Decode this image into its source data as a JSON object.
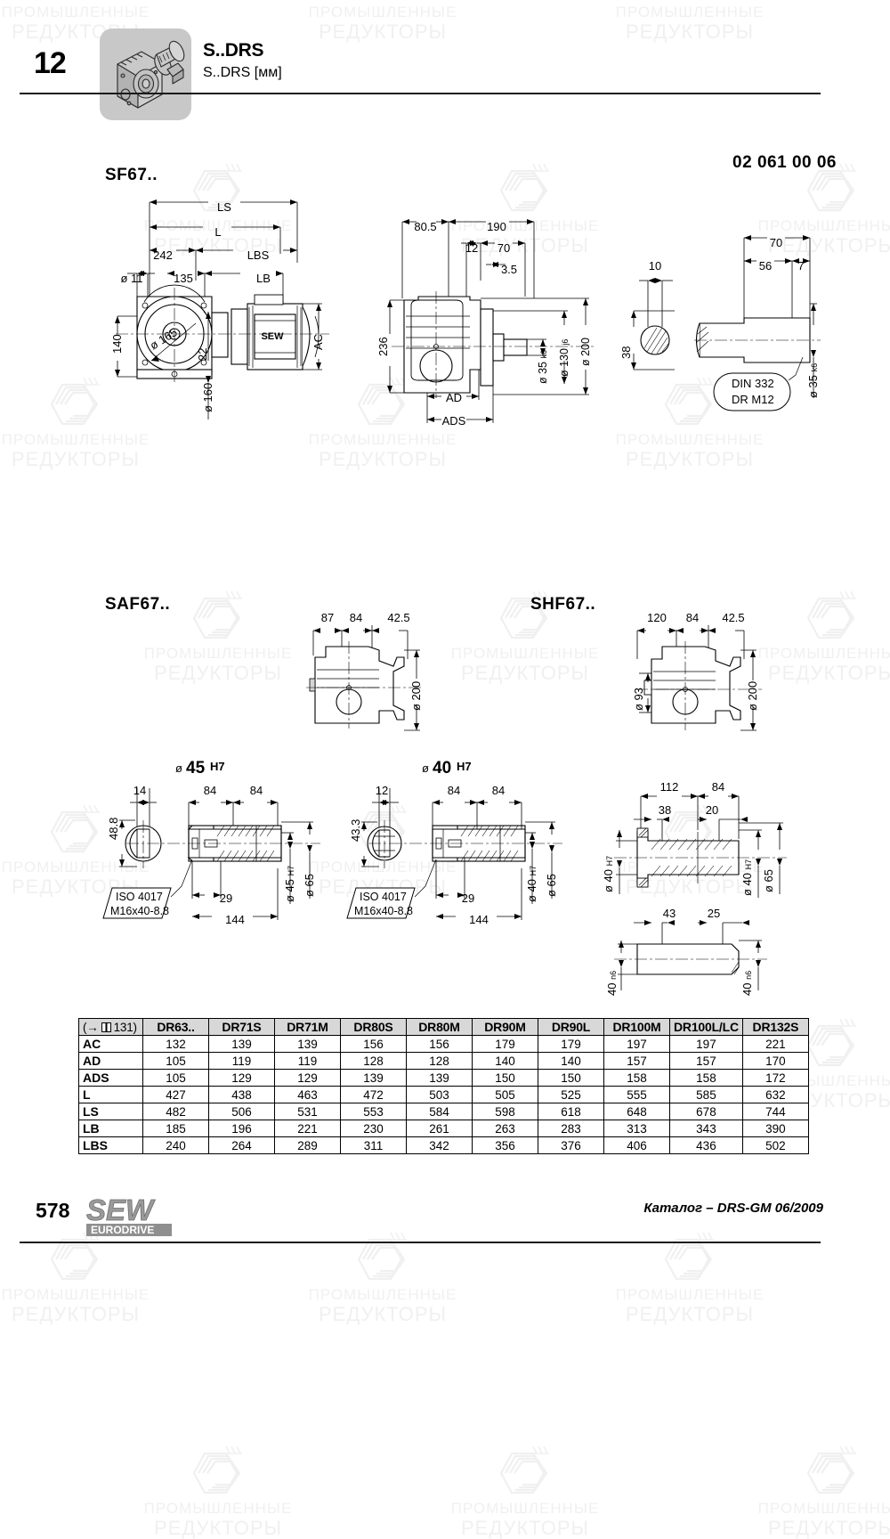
{
  "header": {
    "chapter_number": "12",
    "title_main": "S..DRS",
    "title_sub": "S..DRS [мм]",
    "product_icon": "gearmotor-icon",
    "drawing_number": "02 061 00 06"
  },
  "figures": [
    {
      "label": "SF67..",
      "name": "figure-sf67"
    },
    {
      "label": "SAF67..",
      "name": "figure-saf67"
    },
    {
      "label": "SHF67..",
      "name": "figure-shf67"
    }
  ],
  "dimensions": {
    "sf67_side": {
      "LS": "LS",
      "L": "L",
      "LBS": "LBS",
      "LB": "LB",
      "d11": "ø 11",
      "v242": "242",
      "v135": "135",
      "d165": "ø 165",
      "v22": "22",
      "v140": "140",
      "d160": "ø 160",
      "AC": "AC"
    },
    "sf67_front": {
      "v80_5": "80.5",
      "v190": "190",
      "v12": "12",
      "v70": "70",
      "v3_5": "3.5",
      "v236": "236",
      "AD": "AD",
      "ADS": "ADS",
      "d35k6": "ø 35 k6",
      "d130j6": "ø 130 j6",
      "d200": "ø 200"
    },
    "sf67_key": {
      "v10": "10",
      "v38": "38"
    },
    "sf67_shaft": {
      "v70": "70",
      "v56": "56",
      "v7": "7",
      "d35k6": "ø 35 k6",
      "note_line1": "DIN 332",
      "note_line2": "DR M12"
    },
    "saf67_view": {
      "v87": "87",
      "v84": "84",
      "v42_5": "42.5",
      "d200": "ø 200"
    },
    "shf67_view": {
      "v120": "120",
      "v84": "84",
      "v42_5": "42.5",
      "d93": "ø 93",
      "d200": "ø 200"
    },
    "hollow_shaft_45": {
      "title_dia": "ø",
      "title_val": "45",
      "title_fit": "H7",
      "v14": "14",
      "v48_8": "48.8",
      "v84a": "84",
      "v84b": "84",
      "v29": "29",
      "v144": "144",
      "d45h7": "ø 45 H7",
      "d65": "ø 65",
      "note_line1": "ISO 4017",
      "note_line2": "M16x40-8.8"
    },
    "hollow_shaft_40": {
      "title_dia": "ø",
      "title_val": "40",
      "title_fit": "H7",
      "v12": "12",
      "v43_3": "43.3",
      "v84a": "84",
      "v84b": "84",
      "v29": "29",
      "v144": "144",
      "d40h7": "ø 40 H7",
      "d65": "ø 65",
      "note_line1": "ISO 4017",
      "note_line2": "M16x40-8.8"
    },
    "shaft_detail": {
      "v112": "112",
      "v84": "84",
      "v38": "38",
      "v20": "20",
      "v43": "43",
      "v25": "25",
      "d40h7_left": "ø 40 H7",
      "d40h7_right": "ø 40 H7",
      "d65": "ø 65",
      "d40n6_left": "40 n6",
      "d40n6_right": "40 n6"
    }
  },
  "table": {
    "corner_prefix": "(→",
    "corner_icon": "book-icon",
    "corner_page": "131)",
    "columns": [
      "DR63..",
      "DR71S",
      "DR71M",
      "DR80S",
      "DR80M",
      "DR90M",
      "DR90L",
      "DR100M",
      "DR100L/LC",
      "DR132S"
    ],
    "rows": [
      {
        "label": "AC",
        "values": [
          "132",
          "139",
          "139",
          "156",
          "156",
          "179",
          "179",
          "197",
          "197",
          "221"
        ]
      },
      {
        "label": "AD",
        "values": [
          "105",
          "119",
          "119",
          "128",
          "128",
          "140",
          "140",
          "157",
          "157",
          "170"
        ]
      },
      {
        "label": "ADS",
        "values": [
          "105",
          "129",
          "129",
          "139",
          "139",
          "150",
          "150",
          "158",
          "158",
          "172"
        ]
      },
      {
        "label": "L",
        "values": [
          "427",
          "438",
          "463",
          "472",
          "503",
          "505",
          "525",
          "555",
          "585",
          "632"
        ]
      },
      {
        "label": "LS",
        "values": [
          "482",
          "506",
          "531",
          "553",
          "584",
          "598",
          "618",
          "648",
          "678",
          "744"
        ]
      },
      {
        "label": "LB",
        "values": [
          "185",
          "196",
          "221",
          "230",
          "261",
          "263",
          "283",
          "313",
          "343",
          "390"
        ]
      },
      {
        "label": "LBS",
        "values": [
          "240",
          "264",
          "289",
          "311",
          "342",
          "356",
          "376",
          "406",
          "436",
          "502"
        ]
      }
    ]
  },
  "footer": {
    "page_number": "578",
    "logo_main": "SEW",
    "logo_sub": "EURODRIVE",
    "catalog_ref": "Каталог – DRS-GM 06/2009"
  },
  "watermark": {
    "line1": "ПРОМЫШЛЕННЫЕ",
    "line2": "РЕДУКТОРЫ"
  },
  "colors": {
    "icon_background": "#c8c8c8",
    "table_header_fill": "#d8d8d8",
    "rule": "#1a1a1a",
    "watermark": "#f0f0f0"
  }
}
